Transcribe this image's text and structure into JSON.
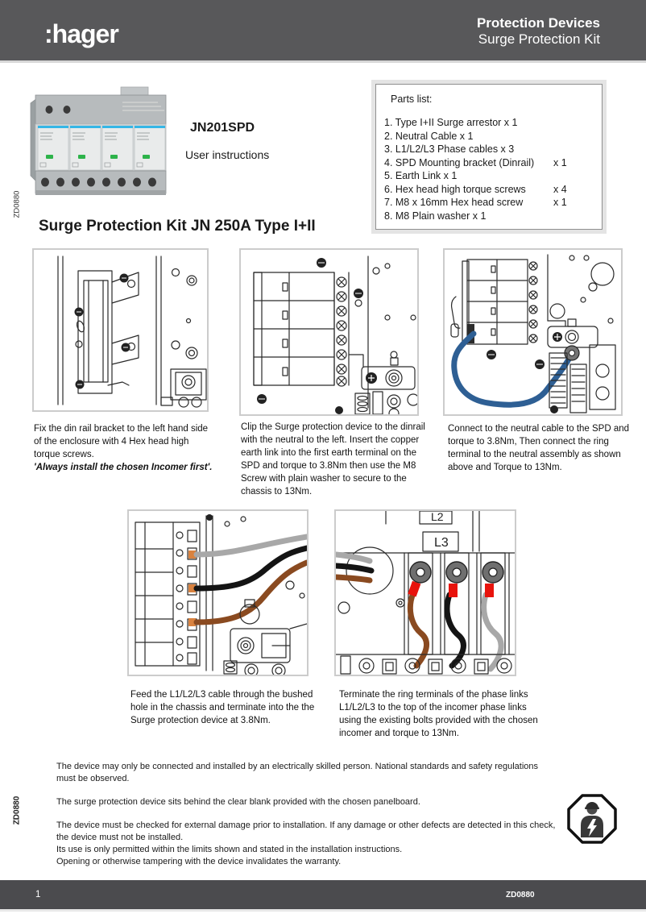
{
  "header": {
    "logo": ":hager",
    "title_line1": "Protection Devices",
    "title_line2": "Surge Protection Kit"
  },
  "product": {
    "model": "JN201SPD",
    "subtitle": "User instructions"
  },
  "side_codes": {
    "top": "ZD0880",
    "bottom": "ZD0880"
  },
  "parts_list": {
    "heading": "Parts list:",
    "items": [
      {
        "label": "1. Type I+II Surge arrestor x 1",
        "count": ""
      },
      {
        "label": "2. Neutral Cable x 1",
        "count": ""
      },
      {
        "label": "3. L1/L2/L3 Phase cables x 3",
        "count": ""
      },
      {
        "label": "4. SPD Mounting bracket (Dinrail)",
        "count": "x 1"
      },
      {
        "label": "5. Earth Link x 1",
        "count": ""
      },
      {
        "label": "6. Hex head high torque screws",
        "count": "x 4"
      },
      {
        "label": "7. M8 x 16mm Hex head screw",
        "count": "x 1"
      },
      {
        "label": "8. M8 Plain washer x 1",
        "count": ""
      }
    ]
  },
  "main_title": "Surge Protection Kit JN 250A Type I+II",
  "steps": [
    {
      "caption": "Fix the din rail bracket to the left hand side of the enclosure with 4 Hex head high torque screws.",
      "caption_bold": "'Always install the chosen Incomer first'."
    },
    {
      "caption": "Clip the Surge protection device to the dinrail with the neutral to the left. Insert the copper earth link into the first earth terminal on the SPD and torque to 3.8Nm then use the M8 Screw with plain washer to secure to the chassis to 13Nm."
    },
    {
      "caption": "Connect to the neutral cable to the SPD and torque to 3.8Nm, Then connect the ring terminal to the neutral assembly as shown above and Torque to 13Nm."
    },
    {
      "caption": "Feed the L1/L2/L3 cable through the bushed hole in the chassis and terminate into the the Surge protection device at 3.8Nm."
    },
    {
      "caption": "Terminate the ring terminals of the phase links L1/L2/L3 to the top of the incomer phase links using the existing bolts provided with the chosen incomer and torque to 13Nm."
    }
  ],
  "figure_labels": {
    "l2": "L2",
    "l3": "L3"
  },
  "notes": [
    "The device may only be connected and installed by an electrically skilled person. National standards and safety regulations must be observed.",
    "The surge protection device sits behind the clear blank provided with the chosen panelboard.",
    "The device must be checked for external damage prior to installation. If any damage or other defects are detected in this check, the device must not be installed.",
    "Its use is only permitted within the limits shown and stated in the installation instructions.",
    "Opening or otherwise tampering with the device invalidates the warranty."
  ],
  "footer": {
    "page_number": "1",
    "doc_code": "ZD0880"
  },
  "colors": {
    "header_bg": "#58585a",
    "footer_bg": "#4b4b4e",
    "neutral_cable_blue": "#2e5f94",
    "phase_brown": "#8a4a20",
    "phase_black": "#141414",
    "phase_gray": "#a8a8a8",
    "ring_sleeve_red": "#e8130c",
    "module_stripe_cyan": "#35b6e6",
    "led_green": "#2db34a"
  }
}
